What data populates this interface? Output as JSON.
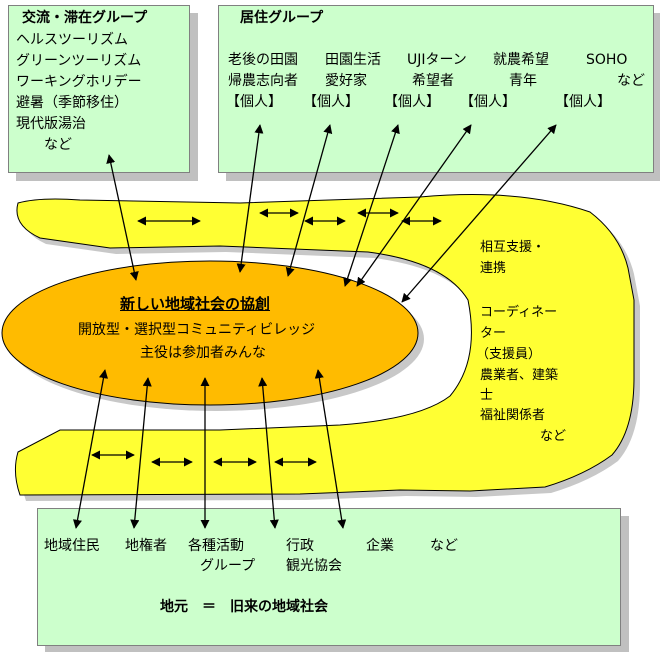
{
  "exchange_box": {
    "title": "交流・滞在グループ",
    "lines": [
      "ヘルスツーリズム",
      "グリーンツーリズム",
      "ワーキングホリデー",
      "避暑（季節移住）",
      "現代版湯治"
    ],
    "etc": "など"
  },
  "residence_box": {
    "title": "居住グループ",
    "row1": [
      "老後の田園",
      "田園生活",
      "UJIターン",
      "就農希望",
      "SOHO"
    ],
    "row2": [
      "帰農志向者",
      "愛好家",
      "希望者",
      "青年",
      "など"
    ],
    "row3": [
      "【個人】",
      "【個人】",
      "【個人】",
      "【個人】",
      "【個人】"
    ]
  },
  "ellipse": {
    "title": "新しい地域社会の協創",
    "line1": "開放型・選択型コミュニティビレッジ",
    "line2": "主役は参加者みんな"
  },
  "band_labels": {
    "lines": [
      "相互支援・",
      "連携",
      "コーディネー",
      "ター",
      "（支援員）",
      "農業者、建築",
      "士",
      "福祉関係者",
      "など"
    ]
  },
  "local_box": {
    "items": [
      "地域住民",
      "地権者",
      "各種活動",
      "グループ",
      "行政",
      "観光協会",
      "企業",
      "など"
    ],
    "footer": "地元　＝　旧来の地域社会"
  },
  "colors": {
    "box_fill": "#ccffcc",
    "band_fill": "#ffff33",
    "ellipse_fill": "#ffbb00",
    "shadow": "#c0c0c0"
  }
}
